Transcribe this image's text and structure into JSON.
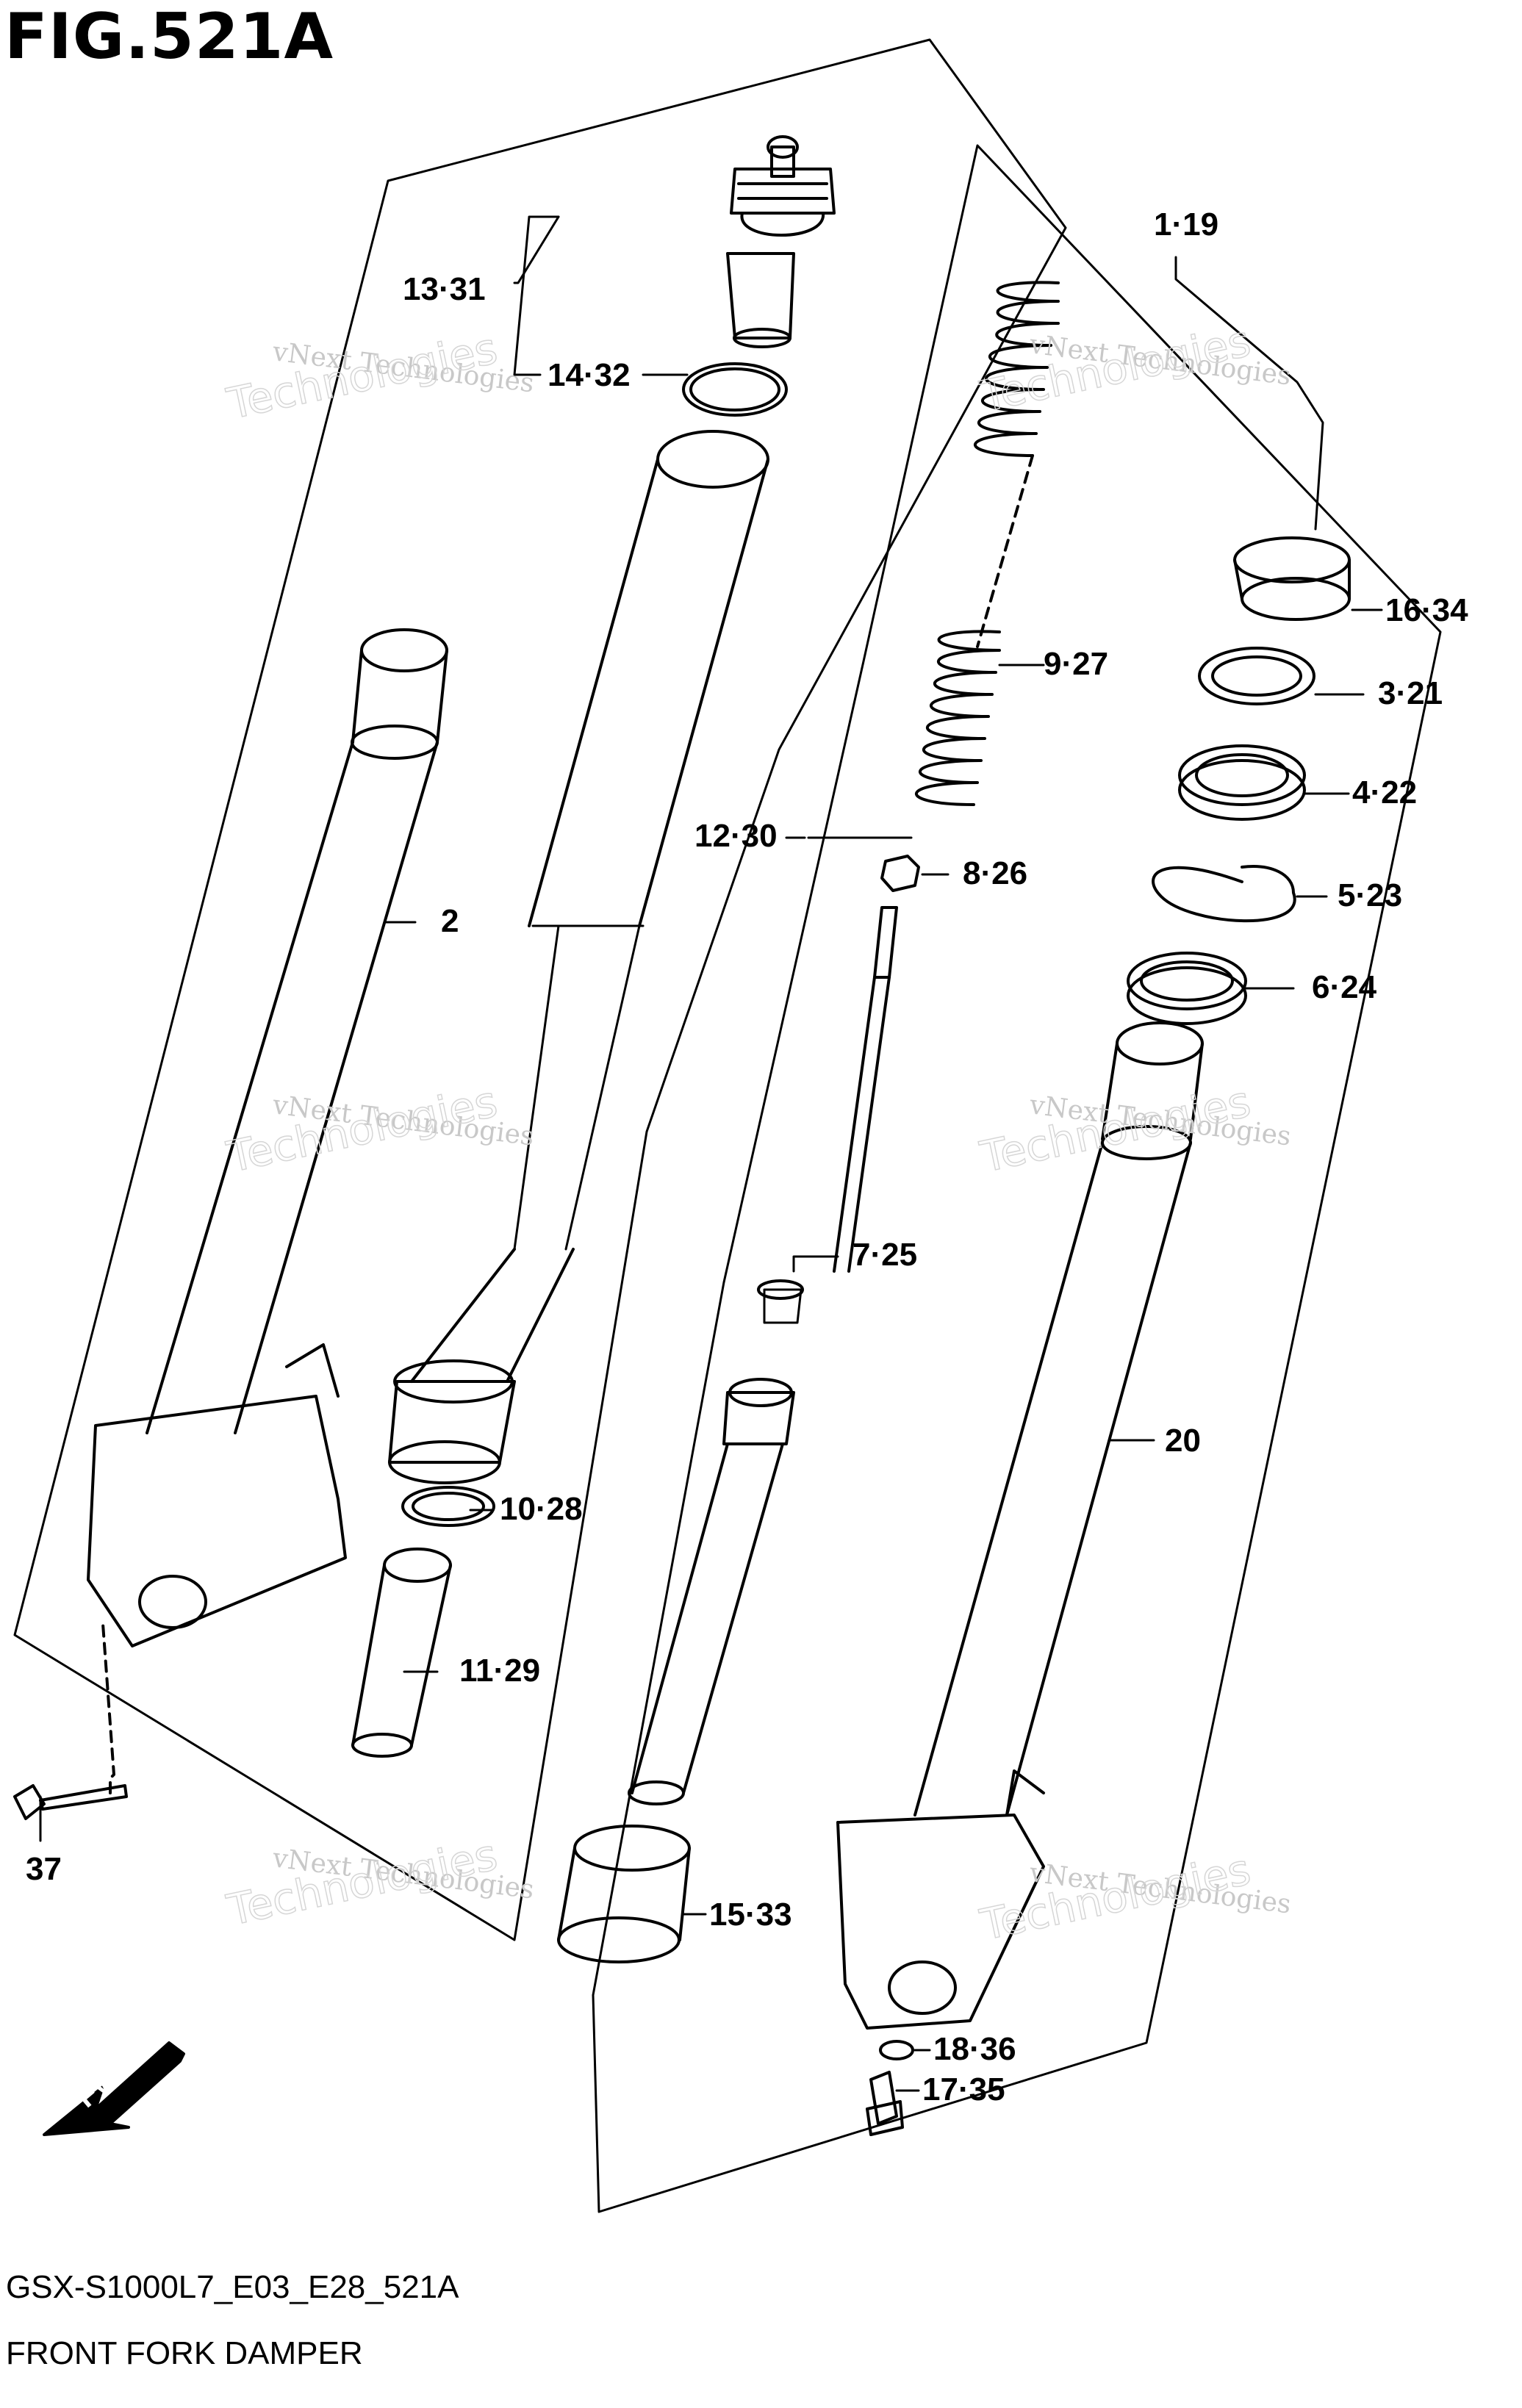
{
  "figure": {
    "title": "FIG.521A",
    "code": "GSX-S1000L7_E03_E28_521A",
    "name": "FRONT FORK DAMPER",
    "fwd_label": "FWD"
  },
  "watermark": {
    "line1": "vNext Technologies",
    "line2": "Technologies",
    "line3": "vNext"
  },
  "callouts": [
    {
      "id": "13-31",
      "label": "13·31"
    },
    {
      "id": "14-32",
      "label": "14·32"
    },
    {
      "id": "1-19",
      "label": "1·19"
    },
    {
      "id": "16-34",
      "label": "16·34"
    },
    {
      "id": "9-27",
      "label": "9·27"
    },
    {
      "id": "3-21",
      "label": "3·21"
    },
    {
      "id": "4-22",
      "label": "4·22"
    },
    {
      "id": "12-30",
      "label": "12·30"
    },
    {
      "id": "8-26",
      "label": "8·26"
    },
    {
      "id": "5-23",
      "label": "5·23"
    },
    {
      "id": "2",
      "label": "2"
    },
    {
      "id": "6-24",
      "label": "6·24"
    },
    {
      "id": "7-25",
      "label": "7·25"
    },
    {
      "id": "20",
      "label": "20"
    },
    {
      "id": "10-28",
      "label": "10·28"
    },
    {
      "id": "11-29",
      "label": "11·29"
    },
    {
      "id": "37",
      "label": "37"
    },
    {
      "id": "15-33",
      "label": "15·33"
    },
    {
      "id": "18-36",
      "label": "18·36"
    },
    {
      "id": "17-35",
      "label": "17·35"
    }
  ]
}
